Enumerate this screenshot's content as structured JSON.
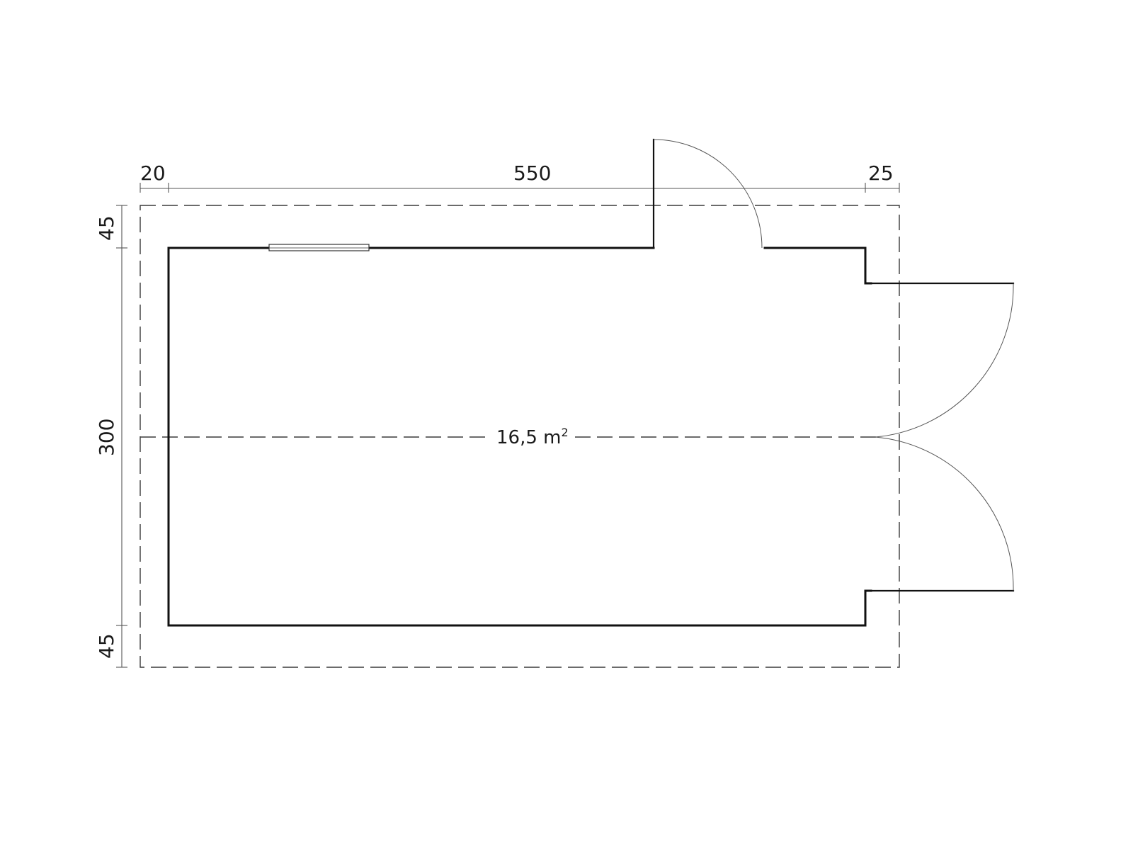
{
  "dimensions": {
    "top_left_offset": "20",
    "top_length": "550",
    "top_right_offset": "25",
    "left_top_offset": "45",
    "left_depth": "300",
    "left_bottom_offset": "45"
  },
  "room": {
    "area_value": "16,5 m",
    "area_unit_superscript": "2"
  },
  "colors": {
    "wall": "#111111",
    "dashed_outline": "#3a3a3a",
    "door_swing": "#555555"
  }
}
